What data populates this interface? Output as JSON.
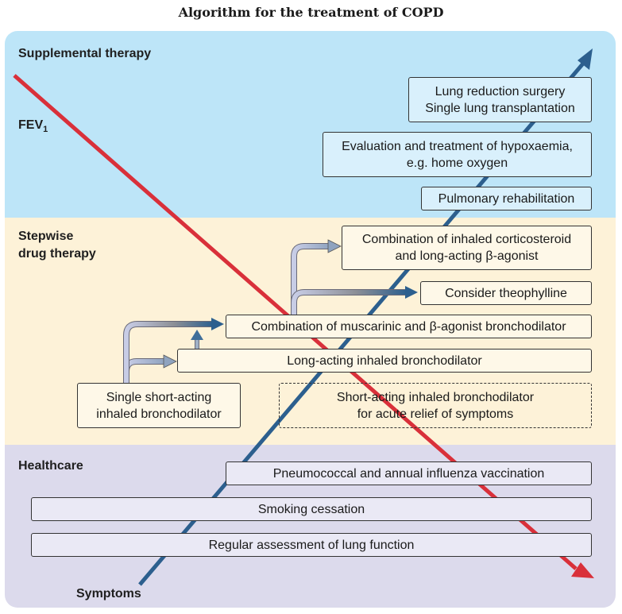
{
  "title": "Algorithm for the treatment of COPD",
  "bands": {
    "supplemental": "Supplemental therapy",
    "stepwise": "Stepwise\ndrug therapy",
    "healthcare": "Healthcare"
  },
  "axes": {
    "fev1_label": "FEV",
    "fev1_sub": "1",
    "symptoms_label": "Symptoms",
    "fev1_color": "#d9303a",
    "symptoms_color": "#2c5f8e"
  },
  "supplemental_boxes": [
    {
      "id": "lung-surgery",
      "text": "Lung reduction surgery\nSingle lung transplantation"
    },
    {
      "id": "hypoxaemia",
      "text": "Evaluation and treatment of hypoxaemia,\ne.g. home oxygen"
    },
    {
      "id": "pulmonary-rehab",
      "text": "Pulmonary rehabilitation"
    }
  ],
  "stepwise_boxes": [
    {
      "id": "ics-laba",
      "text": "Combination of inhaled corticosteroid\nand long-acting β-agonist"
    },
    {
      "id": "theophylline",
      "text": "Consider theophylline"
    },
    {
      "id": "muscarinic-beta",
      "text": "Combination of muscarinic and β-agonist bronchodilator"
    },
    {
      "id": "long-acting",
      "text": "Long-acting inhaled bronchodilator"
    },
    {
      "id": "single-short",
      "text": "Single short-acting\ninhaled bronchodilator"
    },
    {
      "id": "short-acting-relief",
      "text": "Short-acting inhaled bronchodilator\nfor acute relief of symptoms"
    }
  ],
  "healthcare_boxes": [
    {
      "id": "vaccination",
      "text": "Pneumococcal and annual influenza vaccination"
    },
    {
      "id": "smoking",
      "text": "Smoking cessation"
    },
    {
      "id": "lung-function",
      "text": "Regular assessment of lung function"
    }
  ]
}
